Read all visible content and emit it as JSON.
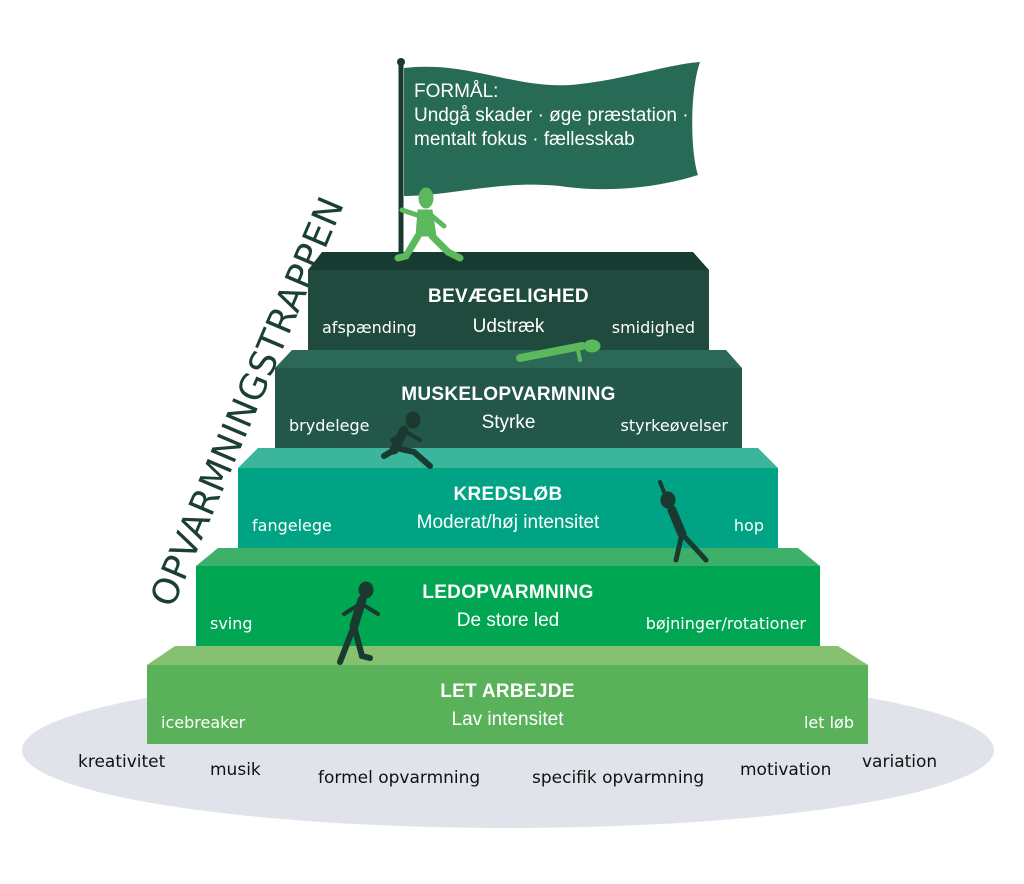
{
  "vertical_title": "OPVARMNINGSTRAPPEN",
  "flag": {
    "heading": "FORMÅL:",
    "line1": "Undgå skader · øge præstation ·",
    "line2": "mentalt fokus · fællesskab"
  },
  "steps": [
    {
      "title": "BEVÆGELIGHED",
      "subtitle": "Udstræk",
      "left": "afspænding",
      "right": "smidighed"
    },
    {
      "title": "MUSKELOPVARMNING",
      "subtitle": "Styrke",
      "left": "brydelege",
      "right": "styrkeøvelser"
    },
    {
      "title": "KREDSLØB",
      "subtitle": "Moderat/høj intensitet",
      "left": "fangelege",
      "right": "hop"
    },
    {
      "title": "LEDOPVARMNING",
      "subtitle": "De store led",
      "left": "sving",
      "right": "bøjninger/rotationer"
    },
    {
      "title": "LET ARBEJDE",
      "subtitle": "Lav intensitet",
      "left": "icebreaker",
      "right": "let løb"
    }
  ],
  "ground_words": [
    "kreativitet",
    "musik",
    "formel opvarmning",
    "specifik opvarmning",
    "motivation",
    "variation"
  ],
  "colors": {
    "step1_front": "#1f4a3d",
    "step1_top": "#183b31",
    "step2_front": "#22574a",
    "step2_top": "#2b6857",
    "step3_front": "#00a384",
    "step3_top": "#3bb59b",
    "step4_front": "#00a651",
    "step4_top": "#3caf68",
    "step5_front": "#59b25a",
    "step5_top": "#86c071",
    "ground": "#e0e4ea",
    "flag": "#276b56",
    "figure_dark": "#1a3a30",
    "figure_light": "#5cb85c"
  }
}
